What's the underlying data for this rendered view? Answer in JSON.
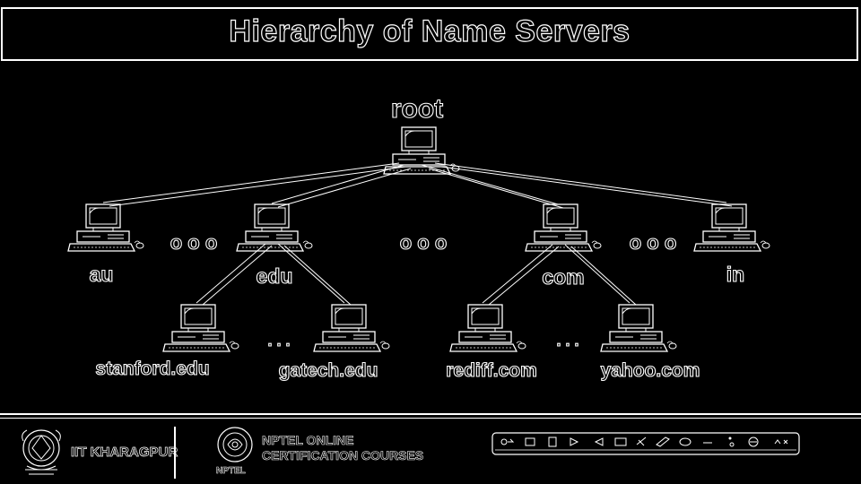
{
  "slide": {
    "title": "Hierarchy of Name Servers"
  },
  "diagram": {
    "root_label": "root",
    "tld": [
      {
        "label": "au"
      },
      {
        "label": "edu"
      },
      {
        "label": "com"
      },
      {
        "label": "in"
      }
    ],
    "second_level": [
      {
        "label": "stanford.edu",
        "parent": "edu"
      },
      {
        "label": "gatech.edu",
        "parent": "edu"
      },
      {
        "label": "rediff.com",
        "parent": "com"
      },
      {
        "label": "yahoo.com",
        "parent": "com"
      }
    ],
    "ellipsis_large": "o o o",
    "ellipsis_small": ". . ."
  },
  "footer": {
    "institute": "IIT KHARAGPUR",
    "nptel_line1": "NPTEL ONLINE",
    "nptel_line2": "CERTIFICATION COURSES",
    "nptel_small": "NPTEL"
  },
  "toolbar": {
    "icons": [
      "pen-icon",
      "eraser-icon",
      "highlighter-icon",
      "text-icon",
      "shapes-icon",
      "arrow-left-icon",
      "arrow-right-icon",
      "laser-icon",
      "color-icon",
      "undo-icon",
      "clear-icon",
      "zoom-icon",
      "close-icon"
    ]
  }
}
